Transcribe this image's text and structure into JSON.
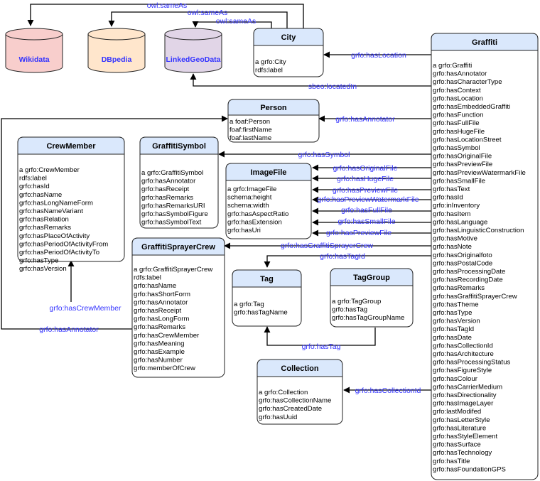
{
  "colors": {
    "class_header": "#dae8fc",
    "edge_label": "#3333ff",
    "wikidata": "#f8cecc",
    "dbpedia": "#ffe6cc",
    "linkedgeodata": "#e1d5e7"
  },
  "databases": {
    "wikidata": "Wikidata",
    "dbpedia": "DBpedia",
    "linkedgeodata": "LinkedGeoData"
  },
  "classes": {
    "graffiti": {
      "title": "Graffiti",
      "props": [
        "a grfo:Graffiti",
        "grfo:hasAnnotator",
        "grfo:hasCharacterType",
        "grfo:hasContext",
        "grfo:hasLocation",
        "grfo:hasEmbeddedGraffiti",
        "grfo:hasFunction",
        "grfo:hasFullFile",
        "grfo:hasHugeFile",
        "grfo:hasLocationStreet",
        "grfo:hasSymbol",
        "grfo:hasOriginalFile",
        "grfo:hasPreviewFile",
        "grfo:hasPreviewWatermarkFile",
        "grfo:hasSmallFile",
        "grfo:hasText",
        "grfo:hasId",
        "grfo:inInventory",
        "grfo:hasItem",
        "grfo:hasLanguage",
        "grfo:hasLinguisticConstruction",
        "grfo:hasMotive",
        "grfo:hasNote",
        "grfo:hasOriginalfoto",
        "grfo:hasPostalCode",
        "grfo:hasProcessingDate",
        "grfo:hasRecordingDate",
        "grfo:hasRemarks",
        "grfo:hasGraffitiSprayerCrew",
        "grfo:hasTheme",
        "grfo:hasType",
        "grfo:hasVersion",
        "grfo:hasTagId",
        "grfo:hasDate",
        "grfo:hasCollectionId",
        "grfo:hasArchitecture",
        "grfo:hasProcessingStatus",
        "grfo:hasFigureStyle",
        "grfo:hasColour",
        "grfo:hasCarrierMedium",
        "grfo:hasDirectionality",
        "grfo:hasImageLayer",
        "grfo:lastModifed",
        "grfo:hasLetterStyle",
        "grfo:hasLiterature",
        "grfo:hasStyleElement",
        "grfo:hasSurface",
        "grfo:hasTechnology",
        "grfo:hasTitle",
        "grfo:hasFoundationGPS"
      ]
    },
    "city": {
      "title": "City",
      "props": [
        "a grfo:City",
        "rdfs:label"
      ]
    },
    "person": {
      "title": "Person",
      "props": [
        "a foaf:Person",
        "foaf:firstName",
        "foaf:lastName"
      ]
    },
    "crewmember": {
      "title": "CrewMember",
      "props": [
        "a grfo:CrewMember",
        "rdfs:label",
        "grfo:hasId",
        "grfo:hasName",
        "grfo:hasLongNameForm",
        "grfo:hasNameVariant",
        "grfo:hasRelation",
        "grfo:hasRemarks",
        "grfo:hasPlaceOfActivity",
        "grfo:hasPeriodOfActivityFrom",
        "grfo:hasPeriodOfActivityTo",
        "grfo:hasType",
        "grfo:hasVersion"
      ]
    },
    "graffitisymbol": {
      "title": "GraffitiSymbol",
      "props": [
        "a grfo:GraffitiSymbol",
        "grfo:hasAnnotator",
        "grfo:hasReceipt",
        "grfo:hasRemarks",
        "grfo:hasRemarksURI",
        "grfo:hasSymbolFigure",
        "grfo:hasSymbolText"
      ]
    },
    "imagefile": {
      "title": "ImageFile",
      "props": [
        "a grfo:ImageFile",
        "schema:height",
        "schema:width",
        "grfo:hasAspectRatio",
        "grfo:hasExtension",
        "grfo:hasUri"
      ]
    },
    "sprayercrew": {
      "title": "GraffitiSprayerCrew",
      "props": [
        "a grfo:GraffitiSprayerCrew",
        "rdfs:label",
        "grfo:hasName",
        "grfo:hasShortForm",
        "grfo:hasAnnotator",
        "grfo:hasReceipt",
        "grfo:hasLongForm",
        "grfo:hasRemarks",
        "grfo:hasCrewMember",
        "grfo:hasMeaning",
        "grfo:hasExample",
        "grfo:hasNumber",
        "grfo:memberOfCrew"
      ]
    },
    "tag": {
      "title": "Tag",
      "props": [
        "a grfo:Tag",
        "grfo:hasTagName"
      ]
    },
    "taggroup": {
      "title": "TagGroup",
      "props": [
        "a grfo:TagGroup",
        "grfo:hasTag",
        "grfo:hasTagGroupName"
      ]
    },
    "collection": {
      "title": "Collection",
      "props": [
        "a grfo:Collection",
        "grfo:hasCollectionName",
        "grfo:hasCreatedDate",
        "grfo:hasUuid"
      ]
    }
  },
  "edges": {
    "sameAs_wikidata": "owl:sameAs",
    "sameAs_dbpedia": "owl:sameAs",
    "sameAs_lgd": "owl:sameAs",
    "hasLocation": "grfo:hasLocation",
    "locatedIn": "sbeo:locatedIn",
    "hasAnnotator_person": "grfo:hasAnnotator",
    "hasSymbol": "grfo:hasSymbol",
    "hasOriginalFile": "grfo:hasOriginalFile",
    "hasHugeFile": "grfo:hasHugeFile",
    "hasPreviewFile_1": "grfo:hasPreviewFile",
    "hasPreviewWatermarkFile": "grfo:hasPreviewWatermarkFile",
    "hasFullFile": "grfo:hasFullFile",
    "hasSmallFile": "grfo:hasSmallFile",
    "hasPreviewFile_2": "grfo:hasPreviewFile",
    "hasGraffitiSprayerCrew": "grfo:hasGraffitiSprayerCrew",
    "hasTagId": "grfo:hasTagId",
    "hasCrewMember": "grfo:hasCrewMember",
    "hasAnnotator_crew": "grfo:hasAnnotator",
    "hasTag": "grfo:hasTag",
    "hasCollectionId": "grfo:hasCollectionId"
  }
}
